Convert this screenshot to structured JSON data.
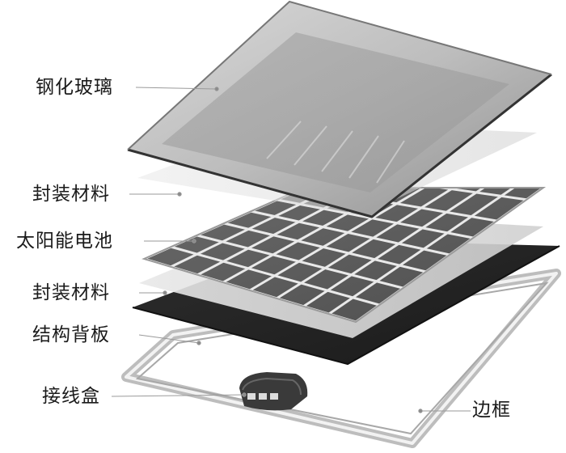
{
  "diagram": {
    "type": "exploded-view",
    "layers": [
      {
        "id": "glass",
        "label": "钢化玻璃"
      },
      {
        "id": "encap-top",
        "label": "封装材料"
      },
      {
        "id": "cells",
        "label": "太阳能电池"
      },
      {
        "id": "encap-bottom",
        "label": "封装材料"
      },
      {
        "id": "backsheet",
        "label": "结构背板"
      },
      {
        "id": "junction-box",
        "label": "接线盒"
      },
      {
        "id": "frame",
        "label": "边框"
      }
    ]
  }
}
